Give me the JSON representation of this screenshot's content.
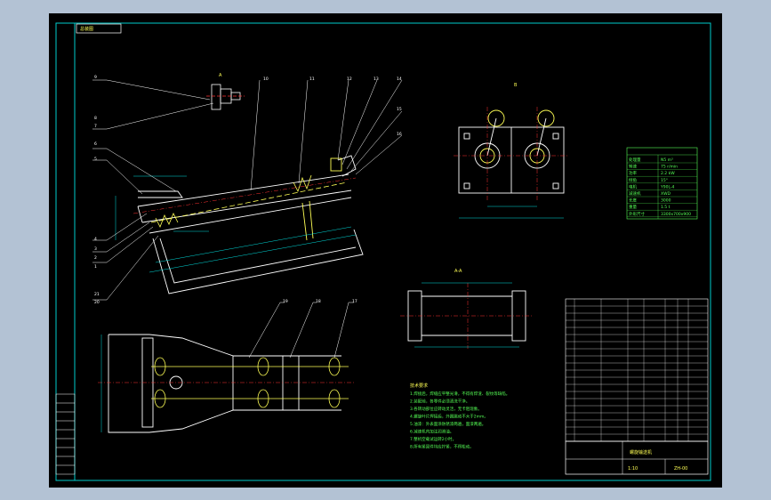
{
  "drawing": {
    "title_tag": "总装图",
    "view_label_top": "A",
    "view_label_right": "B",
    "view_label_section": "A-A",
    "leader_labels_left": [
      "9",
      "8",
      "7",
      "6",
      "5",
      "4",
      "3",
      "2",
      "1",
      "21",
      "20"
    ],
    "leader_labels_top": [
      "10",
      "11",
      "12",
      "13",
      "14",
      "15",
      "16"
    ],
    "leader_labels_bottom": [
      "19",
      "18",
      "17"
    ],
    "notes_title": "技术要求",
    "notes": [
      "1.焊接后，焊缝应平整光滑，不得有焊渣、裂纹等缺陷。",
      "2.装配前，各零件必须清洗干净。",
      "3.各转动部位应转动灵活，无卡阻现象。",
      "4.螺旋叶片焊接后，外圆跳动不大于2mm。",
      "5.油漆：外表面涂防锈漆两遍，面漆两遍。",
      "6.减速机内加注润滑油。",
      "7.整机空载试运转2小时。",
      "8.所有紧固件均应拧紧，不得松动。"
    ],
    "spec_rows": [
      [
        "处理量",
        "N5 m³"
      ],
      [
        "转速",
        "75 r/min"
      ],
      [
        "功率",
        "2.2 kW"
      ],
      [
        "倾角",
        "15°"
      ],
      [
        "电机",
        "Y90L-4"
      ],
      [
        "减速机",
        "XWD"
      ],
      [
        "长度",
        "3000"
      ],
      [
        "重量",
        "1.5 t"
      ],
      [
        "外形尺寸",
        "3300x700x900"
      ]
    ],
    "title_block": {
      "name": "螺旋输送机",
      "drawing_no": "ZH-00",
      "scale": "1:10"
    }
  },
  "colors": {
    "viewport_bg": "#b3c2d4",
    "sheet_bg": "#000000",
    "frame": "#00cccc",
    "geometry": "#ffffff",
    "centerline": "#ff3333",
    "dimension": "#00dddd",
    "annotation": "#ffff55",
    "hatch_green": "#55ff55"
  }
}
